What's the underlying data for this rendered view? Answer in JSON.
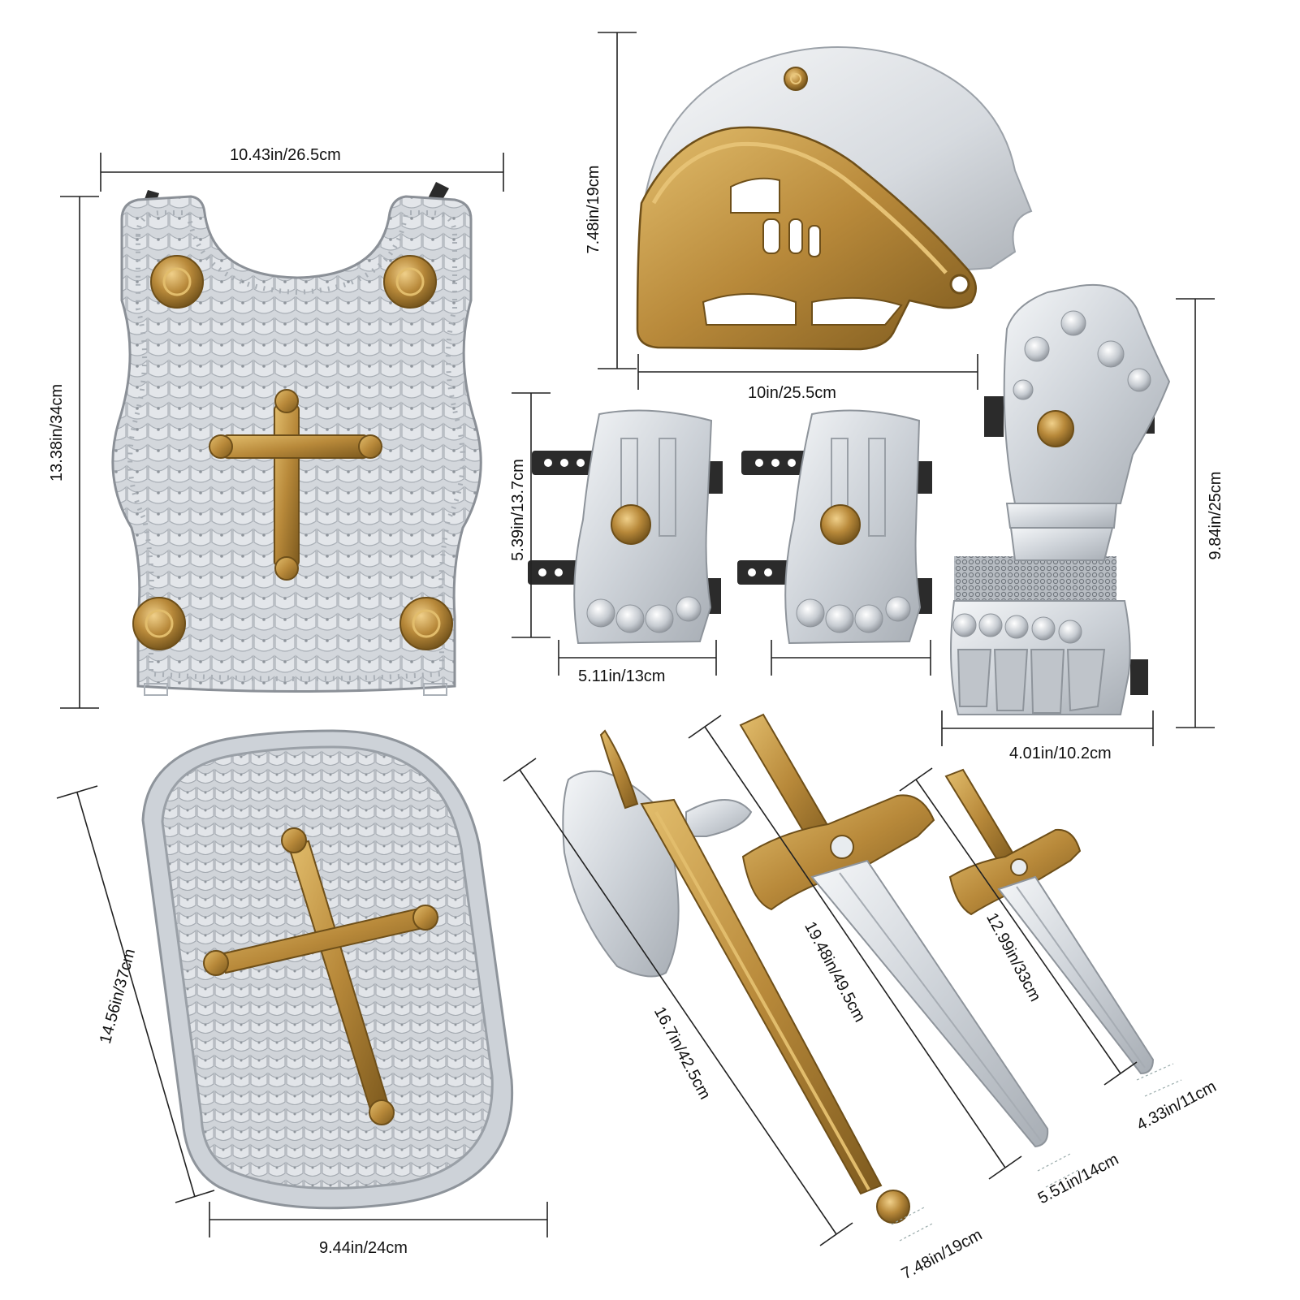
{
  "colors": {
    "silver_light": "#eef0f3",
    "silver": "#c9ced4",
    "silver_dark": "#8e949b",
    "gold": "#b8893a",
    "gold_dark": "#7d5a1e",
    "gold_light": "#dcb465",
    "strap": "#2b2b2b"
  },
  "items": {
    "breastplate": {
      "width": "10.43in/26.5cm",
      "height": "13.38in/34cm"
    },
    "helmet": {
      "height": "7.48in/19cm",
      "width": "10in/25.5cm"
    },
    "bracers": {
      "height": "5.39in/13.7cm",
      "width": "5.11in/13cm"
    },
    "gauntlet": {
      "height": "9.84in/25cm",
      "width": "4.01in/10.2cm"
    },
    "shield": {
      "height": "14.56in/37cm",
      "width": "9.44in/24cm"
    },
    "axe": {
      "length": "16.7in/42.5cm"
    },
    "long_sword": {
      "length": "19.48in/49.5cm",
      "handle": "7.48in/19cm"
    },
    "short_sword": {
      "length": "12.99in/33cm",
      "handle_blade": "5.51in/14cm",
      "tip": "4.33in/11cm"
    }
  }
}
